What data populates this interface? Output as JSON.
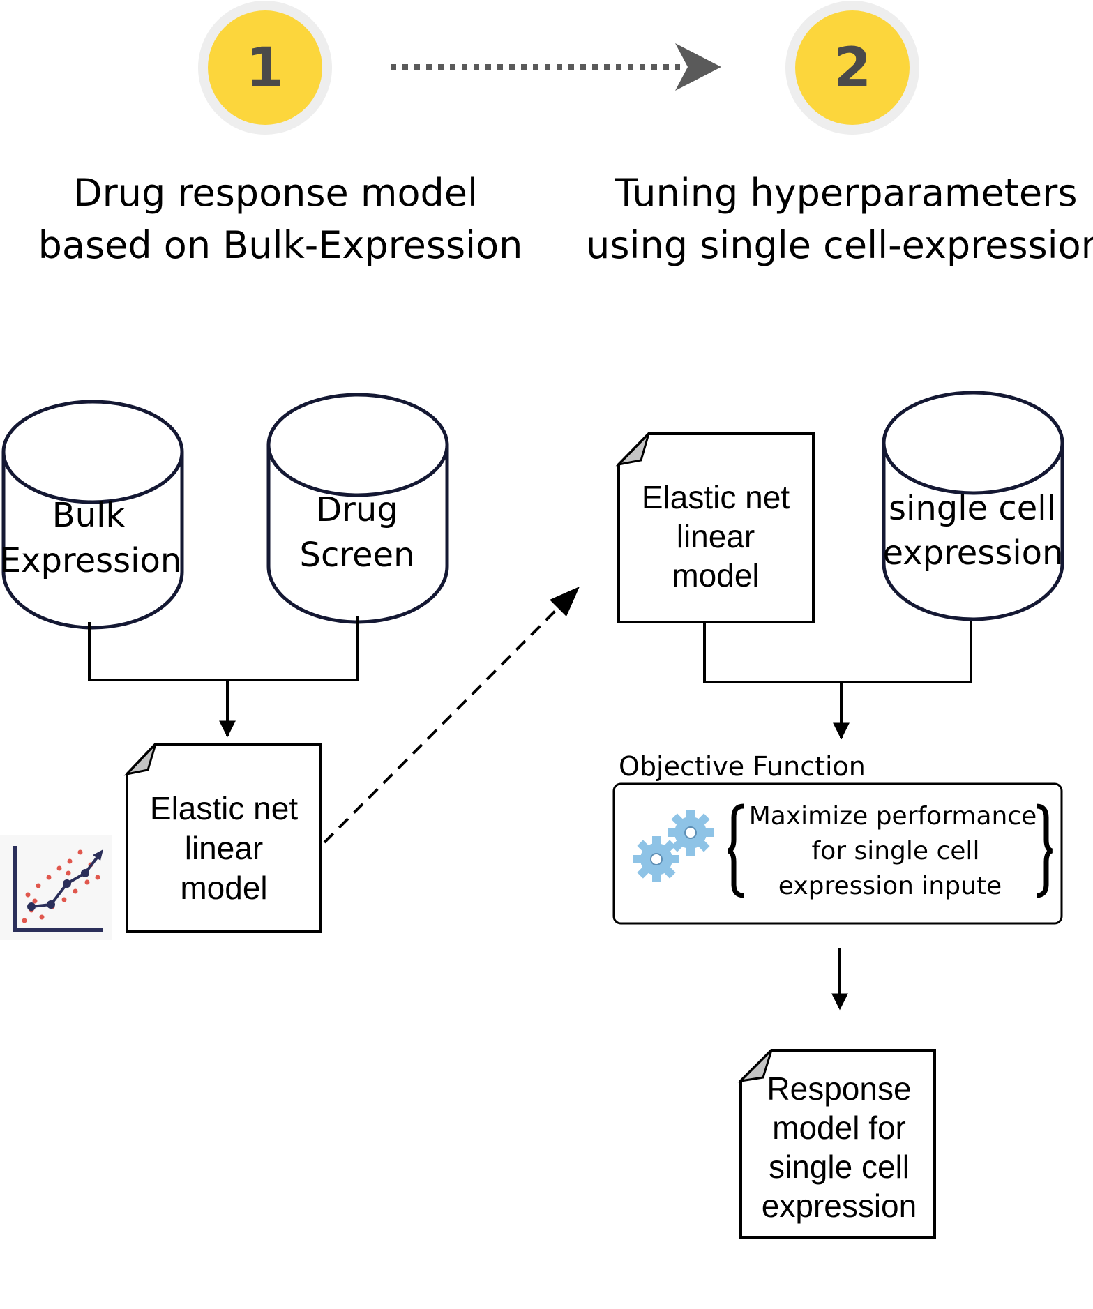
{
  "steps": [
    {
      "number": "1",
      "title_line1": "Drug response model",
      "title_line2": "based on Bulk-Expression"
    },
    {
      "number": "2",
      "title_line1": "Tuning hyperparameters",
      "title_line2": "using single cell-expression"
    }
  ],
  "step1": {
    "db_bulk": [
      "Bulk",
      "Expression"
    ],
    "db_drug": [
      "Drug",
      "Screen"
    ],
    "model": [
      "Elastic net",
      "linear",
      "model"
    ]
  },
  "step2": {
    "model": [
      "Elastic net",
      "linear",
      "model"
    ],
    "db_sc": [
      "single cell",
      "expression"
    ],
    "objective_title": "Objective Function",
    "objective_text": [
      "Maximize performance",
      "for single cell",
      "expression inpute"
    ],
    "result": [
      "Response",
      "model for",
      "single cell",
      "expression"
    ]
  },
  "colors": {
    "step_circle": "#fcd63c",
    "step_ring": "#eeeeee",
    "outline": "#141833",
    "gear": "#8ec3e6",
    "chart_dots": "#e0574d",
    "chart_line": "#2b2f5a"
  },
  "icons": {
    "trend_chart": "trend-chart-icon",
    "gears": "gears-icon"
  }
}
